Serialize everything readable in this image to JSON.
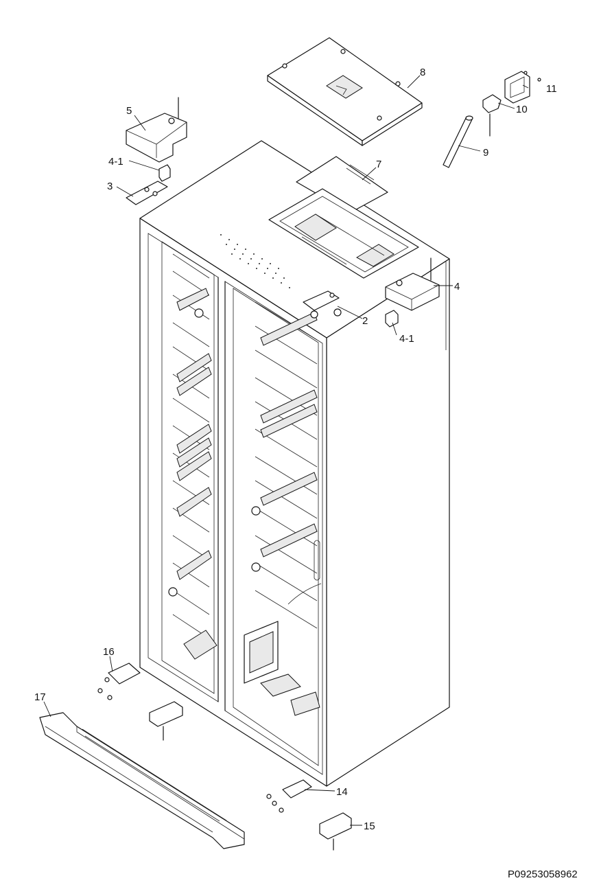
{
  "figure_code": "P09253058962",
  "callouts": {
    "c2": "2",
    "c3": "3",
    "c4": "4",
    "c4_1_left": "4-1",
    "c4_1_right": "4-1",
    "c5": "5",
    "c7": "7",
    "c8": "8",
    "c9": "9",
    "c10": "10",
    "c11": "11",
    "c14": "14",
    "c15": "15",
    "c16": "16",
    "c17": "17"
  }
}
